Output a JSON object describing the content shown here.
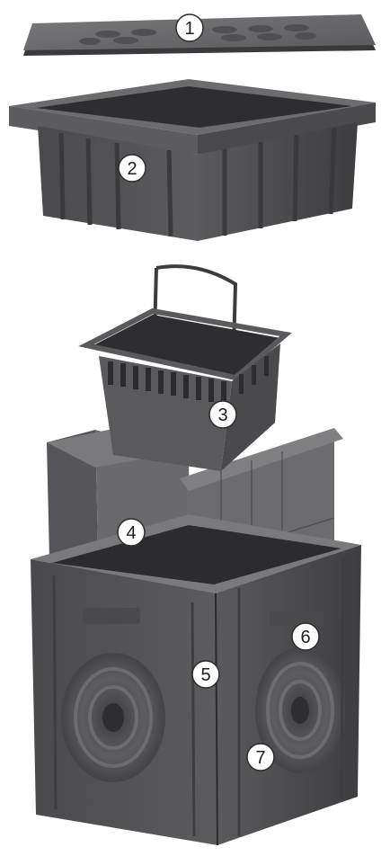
{
  "diagram": {
    "callouts": [
      {
        "number": "1",
        "part": "grate-cover"
      },
      {
        "number": "2",
        "part": "top-frame"
      },
      {
        "number": "3",
        "part": "debris-basket"
      },
      {
        "number": "4",
        "part": "cross-partition"
      },
      {
        "number": "5",
        "part": "outlet-corner"
      },
      {
        "number": "6",
        "part": "side-port"
      },
      {
        "number": "7",
        "part": "knockout-outlet"
      }
    ]
  },
  "colors": {
    "plastic_light": "#6e6e70",
    "plastic_mid": "#58585a",
    "plastic_dark": "#3c3c3e",
    "plastic_shadow": "#2a2a2c",
    "background": "#ffffff"
  }
}
